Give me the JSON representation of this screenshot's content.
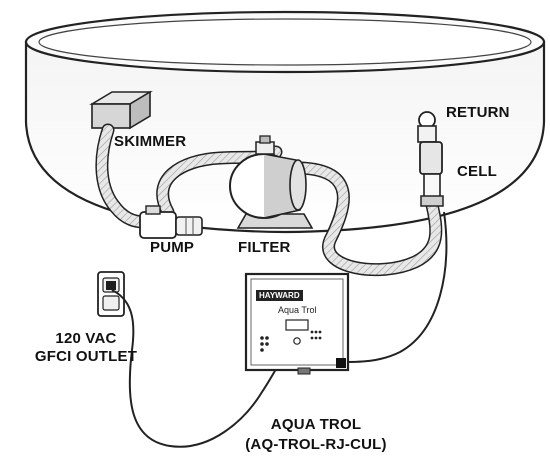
{
  "labels": {
    "skimmer": "SKIMMER",
    "pump": "PUMP",
    "filter": "FILTER",
    "return": "RETURN",
    "cell": "CELL",
    "outlet_line1": "120 VAC",
    "outlet_line2": "GFCI OUTLET",
    "controller_line1": "AQUA TROL",
    "controller_line2": "(AQ-TROL-RJ-CUL)"
  },
  "controller_panel": {
    "brand": "HAYWARD",
    "model": "Aqua Trol"
  }
}
